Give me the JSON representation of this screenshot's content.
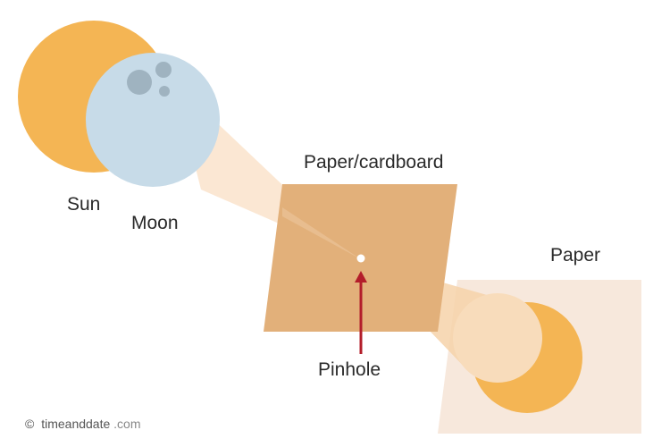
{
  "labels": {
    "sun": "Sun",
    "moon": "Moon",
    "paper_cardboard": "Paper/cardboard",
    "paper": "Paper",
    "pinhole": "Pinhole"
  },
  "credit": {
    "symbol": "©",
    "brand_part1": "timeanddate",
    "brand_part2": ".com"
  },
  "colors": {
    "sun": "#f4b554",
    "moon": "#c7dbe8",
    "moon_crater": "#9fb3c0",
    "cardboard": "#e2b07a",
    "projection_paper": "#f7e8dc",
    "light_beam": "#f9dfc4",
    "arrow": "#b31d2a",
    "pinhole": "#ffffff"
  },
  "icons": {
    "sun": "sun-circle",
    "moon": "moon-circle",
    "pinhole": "pinhole-dot",
    "arrow": "arrow-up"
  }
}
